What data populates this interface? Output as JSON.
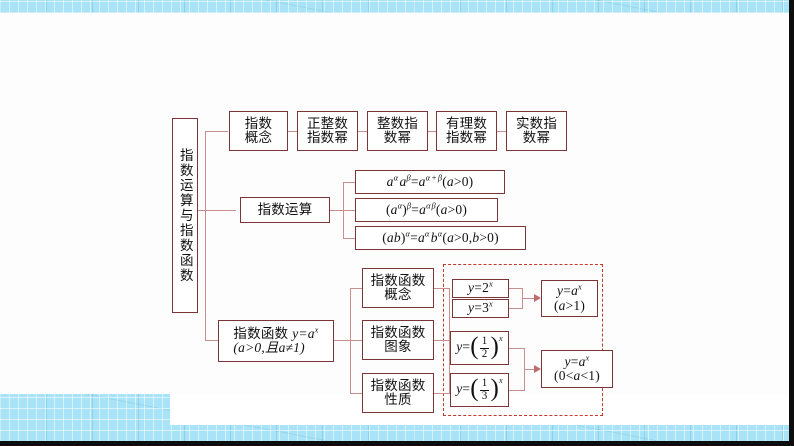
{
  "page": {
    "title": "指数运算与指数函数 知识结构图",
    "colors": {
      "node_border": "#7d3434",
      "connector": "#c98f8f",
      "dashed_group_border": "#c0392b",
      "background_accent": "#a8e3f7",
      "card_background": "#fdfdfd"
    }
  },
  "root": {
    "label": "指数运算与指数函数"
  },
  "branches": {
    "concept_chain": {
      "items": [
        {
          "id": "n-concept",
          "lines": [
            "指数",
            "概念"
          ]
        },
        {
          "id": "n-pos-int-power",
          "lines": [
            "正整数",
            "指数幂"
          ]
        },
        {
          "id": "n-int-power",
          "lines": [
            "整数指",
            "数幂"
          ]
        },
        {
          "id": "n-rational-power",
          "lines": [
            "有理数",
            "指数幂"
          ]
        },
        {
          "id": "n-real-power",
          "lines": [
            "实数指",
            "数幂"
          ]
        }
      ]
    },
    "operations": {
      "label": "指数运算",
      "rules": [
        {
          "id": "rule-product",
          "text": "a^α a^β = a^(α+β) (a>0)"
        },
        {
          "id": "rule-power",
          "text": "(a^α)^β = a^(αβ) (a>0)"
        },
        {
          "id": "rule-mult",
          "text": "(ab)^α = a^α b^α (a>0,b>0)"
        }
      ]
    },
    "function": {
      "label_line1": "指数函数",
      "label_formula": "y=a",
      "label_exp": "x",
      "label_line2": "(a>0,且a≠1)",
      "aspects": [
        {
          "id": "asp-concept",
          "lines": [
            "指数函数",
            "概念"
          ]
        },
        {
          "id": "asp-graph",
          "lines": [
            "指数函数",
            "图象"
          ]
        },
        {
          "id": "asp-property",
          "lines": [
            "指数函数",
            "性质"
          ]
        }
      ],
      "examples_group": {
        "growth": {
          "cases": [
            {
              "id": "ex-2x",
              "text": "y=2^x"
            },
            {
              "id": "ex-3x",
              "text": "y=3^x"
            }
          ],
          "result_line1": "y=a^x",
          "result_line2": "(a>1)"
        },
        "decay": {
          "cases": [
            {
              "id": "ex-half",
              "text": "y=(1/2)^x"
            },
            {
              "id": "ex-third",
              "text": "y=(1/3)^x"
            }
          ],
          "result_line1": "y=a^x",
          "result_line2": "(0<a<1)"
        }
      }
    }
  }
}
